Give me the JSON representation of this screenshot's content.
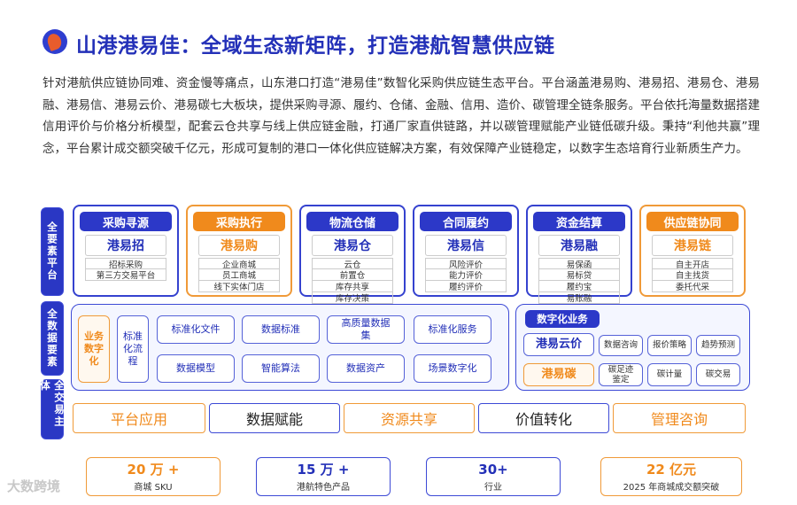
{
  "title": "山港港易佳：全域生态新矩阵，打造港航智慧供应链",
  "paragraph": "针对港航供应链协同难、资金慢等痛点，山东港口打造“港易佳”数智化采购供应链生态平台。平台涵盖港易购、港易招、港易仓、港易融、港易信、港易云价、港易碳七大板块，提供采购寻源、履约、仓储、金融、信用、造价、碳管理全链条服务。平台依托海量数据搭建信用评价与价格分析模型，配套云仓共享与线上供应链金融，打通厂家直供链路，并以碳管理赋能产业链低碳升级。秉持“利他共赢”理念，平台累计成交额突破千亿元，形成可复制的港口一体化供应链解决方案，有效保障产业链稳定，以数字生态培育行业新质生产力。",
  "side_labels": [
    "全要素平台",
    "全数据要素",
    "全交易主体"
  ],
  "cards": [
    {
      "head": "采购寻源",
      "brand": "港易招",
      "items": [
        "招标采购",
        "第三方交易平台"
      ],
      "theme": "blue"
    },
    {
      "head": "采购执行",
      "brand": "港易购",
      "items": [
        "企业商城",
        "员工商城",
        "线下实体门店"
      ],
      "theme": "orange"
    },
    {
      "head": "物流仓储",
      "brand": "港易仓",
      "items": [
        "云仓",
        "前置仓",
        "库存共享",
        "库存决策"
      ],
      "theme": "blue"
    },
    {
      "head": "合同履约",
      "brand": "港易信",
      "items": [
        "风险评价",
        "能力评价",
        "履约评价"
      ],
      "theme": "blue"
    },
    {
      "head": "资金结算",
      "brand": "港易融",
      "items": [
        "易保函",
        "易标贷",
        "履约宝",
        "易账融"
      ],
      "theme": "blue"
    },
    {
      "head": "供应链协同",
      "brand": "港易链",
      "items": [
        "自主开店",
        "自主找货",
        "委托代采"
      ],
      "theme": "orange"
    }
  ],
  "data_panel": {
    "business": "业务数字化",
    "process": "标准化流程",
    "grid": [
      "标准化文件",
      "数据标准",
      "高质量数据集",
      "标准化服务",
      "数据模型",
      "智能算法",
      "数据资产",
      "场景数字化"
    ]
  },
  "digital_panel": {
    "title": "数字化业务",
    "row1_main": "港易云价",
    "row1_items": [
      "数据咨询",
      "报价策略",
      "趋势预测"
    ],
    "row2_main": "港易碳",
    "row2_items": [
      "碳足迹鉴定",
      "碳计量",
      "碳交易"
    ]
  },
  "bars": [
    "平台应用",
    "数据赋能",
    "资源共享",
    "价值转化",
    "管理咨询"
  ],
  "stats": [
    {
      "num": "20 万 +",
      "label": "商城 SKU"
    },
    {
      "num": "15 万 +",
      "label": "港航特色产品"
    },
    {
      "num": "30+",
      "label": "行业"
    },
    {
      "num": "22 亿元",
      "label": "2025 年商城成交额突破"
    }
  ],
  "watermark": "大数跨境",
  "colors": {
    "brand_blue": "#2c38c8",
    "brand_orange": "#f08a1c"
  }
}
